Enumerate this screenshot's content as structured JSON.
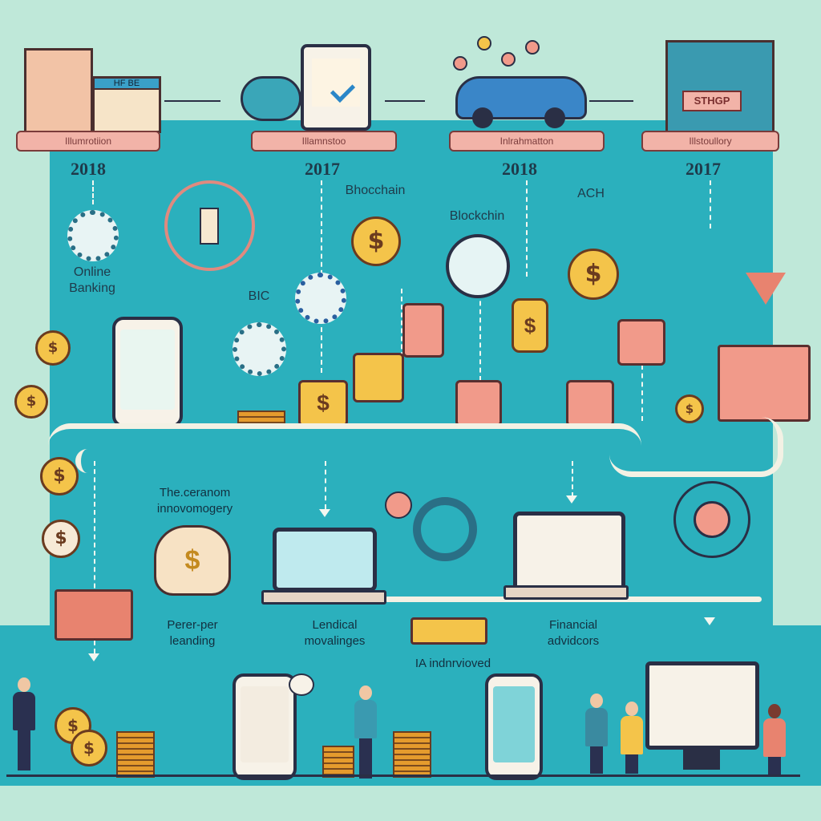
{
  "banners": [
    "Illumrotiion",
    "Illamnstoo",
    "Inlrahmatton",
    "Illstoullory"
  ],
  "years": [
    "2018",
    "2017",
    "2018",
    "2017"
  ],
  "top_labels": {
    "online_banking": "Online Banking",
    "bic": "BIC",
    "blockchain_1": "Bhocchain",
    "blockchain_2": "Blockchin",
    "ach": "ACH"
  },
  "signs": {
    "building_sign": "HF BE",
    "shop_sign": "STHGP"
  },
  "bottom_labels": {
    "innovation": "The.ceranom innovomogery",
    "p2p": "Perer-per leanding",
    "lending": "Lendical movalinges",
    "ia": "IA indnrvioved",
    "advisors": "Financial advidcors"
  },
  "colors": {
    "band": "#2bb0bd",
    "background": "#bfe8d9",
    "banner": "#f2b3a8",
    "coin": "#f4c44a",
    "tile": "#f19a8a"
  }
}
